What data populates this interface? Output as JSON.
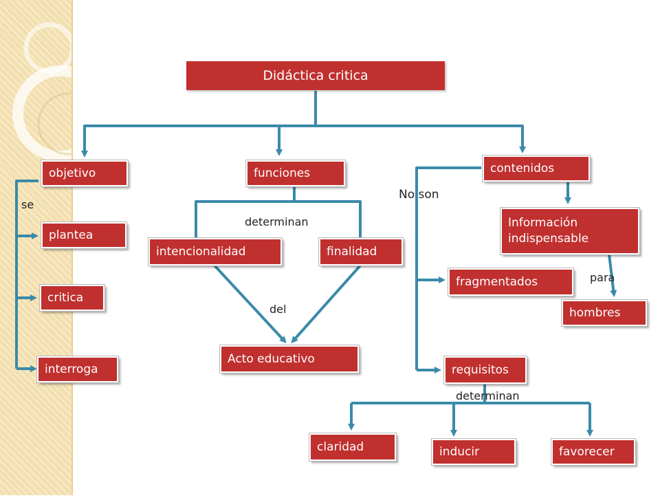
{
  "diagram": {
    "root": "Didáctica critica",
    "nodes": {
      "objetivo": "objetivo",
      "funciones": "funciones",
      "contenidos": "contenidos",
      "plantea": "plantea",
      "critica": "critica",
      "interroga": "interroga",
      "intencionalidad": "intencionalidad",
      "finalidad": "finalidad",
      "acto_educativo": "Acto educativo",
      "informacion": "Información indispensable",
      "hombres": "hombres",
      "fragmentados": "fragmentados",
      "requisitos": "requisitos",
      "claridad": "claridad",
      "inducir": "inducir",
      "favorecer": "favorecer"
    },
    "edge_labels": {
      "se": "se",
      "determinan_funciones": "determinan",
      "del": "del",
      "no_son": "No son",
      "para": "para",
      "determinan_requisitos": "determinan"
    },
    "colors": {
      "node_fill": "#c0302f",
      "connector": "#3a8aa8",
      "sidebar": "#f3dfae"
    }
  }
}
